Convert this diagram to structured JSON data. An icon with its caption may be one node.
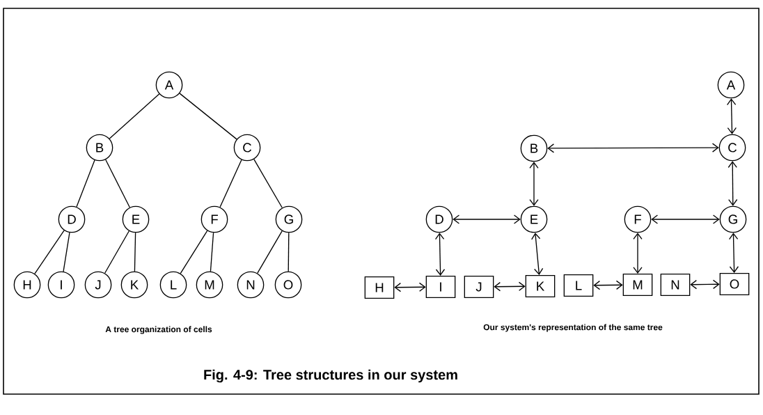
{
  "diagram": {
    "caption": "Fig. 4-9: Tree structures in our system",
    "nodes": [
      {
        "text": [
          "A"
        ]
      },
      {
        "text": [
          "B"
        ]
      },
      {
        "text": [
          "C"
        ]
      },
      {
        "text": [
          "D"
        ]
      },
      {
        "text": [
          "E"
        ]
      },
      {
        "text": [
          "F"
        ]
      },
      {
        "text": [
          "G"
        ]
      },
      {
        "text": [
          "H"
        ]
      },
      {
        "text": [
          "I"
        ]
      },
      {
        "text": [
          "J"
        ]
      },
      {
        "text": [
          "K"
        ]
      },
      {
        "text": [
          "L"
        ]
      },
      {
        "text": [
          "M"
        ]
      },
      {
        "text": [
          "N"
        ]
      },
      {
        "text": [
          "O"
        ]
      },
      {
        "text": [
          "A"
        ]
      },
      {
        "text": [
          "B"
        ]
      },
      {
        "text": [
          "C"
        ]
      },
      {
        "text": [
          "D"
        ]
      },
      {
        "text": [
          "E"
        ]
      },
      {
        "text": [
          "F"
        ]
      },
      {
        "text": [
          "G"
        ]
      },
      {
        "text": [
          "H"
        ]
      },
      {
        "text": [
          "I"
        ]
      },
      {
        "text": [
          "J"
        ]
      },
      {
        "text": [
          "K"
        ]
      },
      {
        "text": [
          "L"
        ]
      },
      {
        "text": [
          "M"
        ]
      },
      {
        "text": [
          "N"
        ]
      },
      {
        "text": [
          "O"
        ]
      }
    ],
    "edges": [
      {
        "from": 0,
        "to": 1,
        "arrow": "none"
      },
      {
        "from": 0,
        "to": 2,
        "arrow": "none"
      },
      {
        "from": 1,
        "to": 3,
        "arrow": "none"
      },
      {
        "from": 1,
        "to": 4,
        "arrow": "none"
      },
      {
        "from": 2,
        "to": 5,
        "arrow": "none"
      },
      {
        "from": 2,
        "to": 6,
        "arrow": "none"
      },
      {
        "from": 3,
        "to": 7,
        "arrow": "none"
      },
      {
        "from": 3,
        "to": 8,
        "arrow": "none"
      },
      {
        "from": 4,
        "to": 9,
        "arrow": "none"
      },
      {
        "from": 4,
        "to": 10,
        "arrow": "none"
      },
      {
        "from": 5,
        "to": 11,
        "arrow": "none"
      },
      {
        "from": 5,
        "to": 12,
        "arrow": "none"
      },
      {
        "from": 6,
        "to": 13,
        "arrow": "none"
      },
      {
        "from": 6,
        "to": 14,
        "arrow": "none"
      },
      {
        "from": 15,
        "to": 17,
        "arrow": "both"
      },
      {
        "from": 16,
        "to": 17,
        "arrow": "both"
      },
      {
        "from": 16,
        "to": 19,
        "arrow": "both"
      },
      {
        "from": 18,
        "to": 19,
        "arrow": "both"
      },
      {
        "from": 17,
        "to": 21,
        "arrow": "both"
      },
      {
        "from": 20,
        "to": 21,
        "arrow": "both"
      },
      {
        "from": 18,
        "to": 23,
        "arrow": "both"
      },
      {
        "from": 19,
        "to": 25,
        "arrow": "both"
      },
      {
        "from": 20,
        "to": 27,
        "arrow": "both"
      },
      {
        "from": 21,
        "to": 29,
        "arrow": "both"
      },
      {
        "from": 22,
        "to": 23,
        "arrow": "both"
      },
      {
        "from": 24,
        "to": 25,
        "arrow": "both"
      },
      {
        "from": 26,
        "to": 27,
        "arrow": "both"
      },
      {
        "from": 28,
        "to": 29,
        "arrow": "both"
      }
    ],
    "labels": [
      "A tree organization of cells",
      "Our system's representation of the same tree"
    ]
  }
}
